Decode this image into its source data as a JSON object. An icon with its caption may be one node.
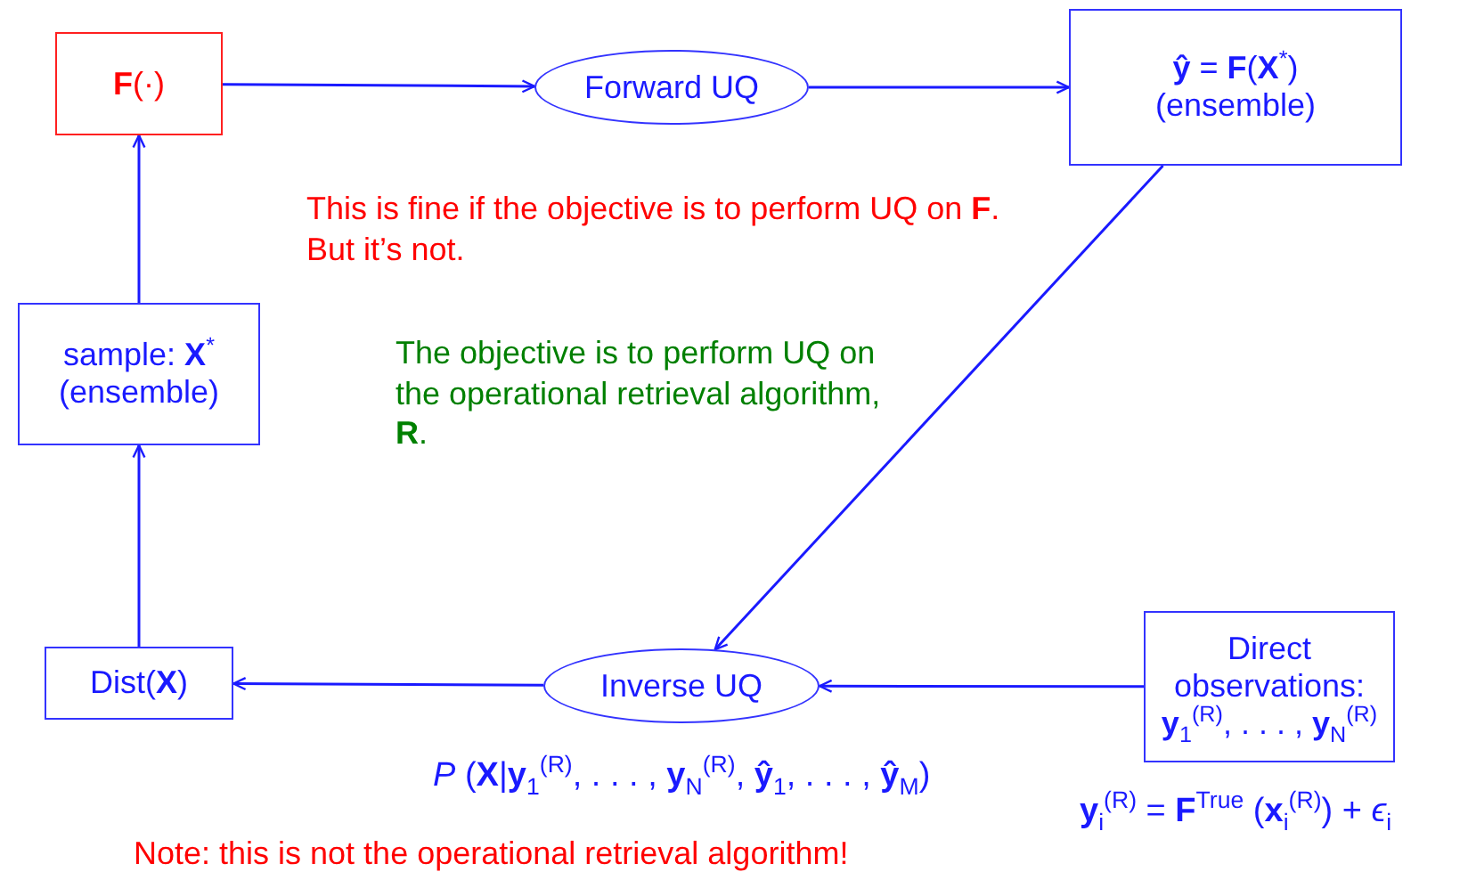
{
  "diagram": {
    "nodes": [
      {
        "text": [
          "**F**(·)"
        ]
      },
      {
        "text": [
          "Forward UQ"
        ]
      },
      {
        "text": [
          "**ŷ** = **F**(**X**$^{*}$)",
          "(ensemble)"
        ]
      },
      {
        "text": [
          "Direct observations: **y**$_{1}$$^{(R)}$, . . . , **y**$_{N}$$^{(R)}$"
        ],
        "beside": [
          "**y**$_{i}$$^{(R)}$ = **F**$^{True}$ (**x**$_{i}$$^{(R)}$) + *ϵ*$_{i}$"
        ]
      },
      {
        "text": [
          "Inverse UQ"
        ],
        "beside": [
          "*P* (**X**|**y**$_{1}$$^{(R)}$, . . . , **y**$_{N}$$^{(R)}$, **ŷ**$_{1}$, . . . , **ŷ**$_{M}$)"
        ]
      },
      {
        "text": [
          "Dist(**X**)"
        ]
      },
      {
        "text": [
          "sample: **X**$^{*}$",
          "(ensemble)"
        ]
      }
    ],
    "edges": [
      {
        "from": 0,
        "to": 1,
        "arrow": "to"
      },
      {
        "from": 1,
        "to": 2,
        "arrow": "to"
      },
      {
        "from": 2,
        "to": 4,
        "arrow": "to"
      },
      {
        "from": 3,
        "to": 4,
        "arrow": "to"
      },
      {
        "from": 4,
        "to": 5,
        "arrow": "to"
      },
      {
        "from": 5,
        "to": 6,
        "arrow": "to"
      },
      {
        "from": 6,
        "to": 0,
        "arrow": "to"
      }
    ],
    "labels": [
      "This is fine if the objective is to perform UQ on **F**. But it’s not.",
      "The objective is to perform UQ on the operational retrieval algorithm, **R**.",
      "Note: this is not the operational retrieval algorithm!"
    ]
  }
}
